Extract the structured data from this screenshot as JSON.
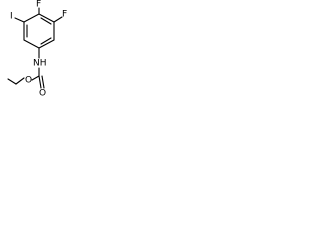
{
  "molecule": {
    "atoms": {
      "f_top": "F",
      "f_left": "F",
      "iodine": "I",
      "nh": "NH",
      "carbonyl_o": "O",
      "ester_o": "O"
    },
    "colors": {
      "bond": "#000000",
      "label": "#000000",
      "background": "#ffffff"
    }
  }
}
